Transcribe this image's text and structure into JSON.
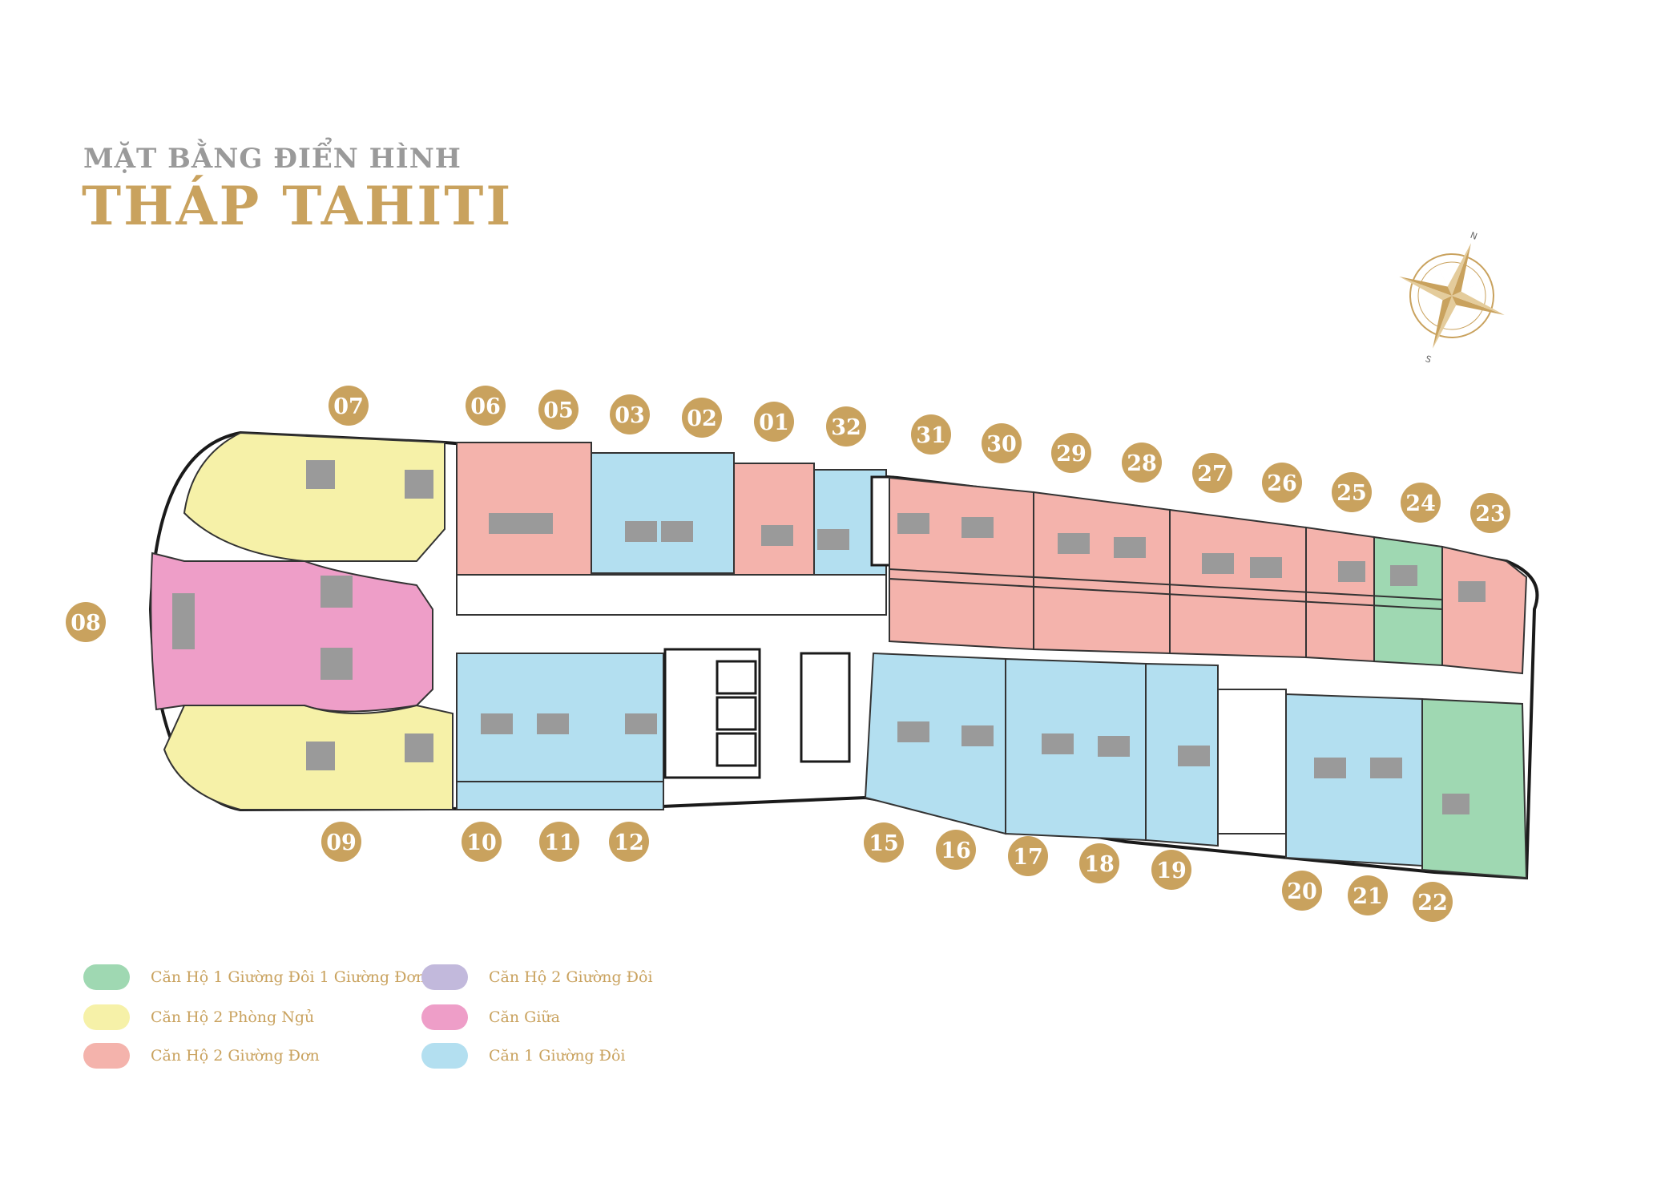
{
  "header": {
    "subtitle": "MẶT BẰNG ĐIỂN HÌNH",
    "title": "THÁP TAHITI"
  },
  "colors": {
    "gold": "#c9a25e",
    "green": "#9fd8b2",
    "yellow": "#f6f1a8",
    "salmon": "#f4b3ac",
    "purple": "#c2b9dc",
    "pink": "#ee9ec8",
    "blue": "#b3dff0"
  },
  "units": [
    "01",
    "02",
    "03",
    "05",
    "06",
    "07",
    "08",
    "09",
    "10",
    "11",
    "12",
    "15",
    "16",
    "17",
    "18",
    "19",
    "20",
    "21",
    "22",
    "23",
    "24",
    "25",
    "26",
    "27",
    "28",
    "29",
    "30",
    "31",
    "32"
  ],
  "legend": [
    {
      "label": "Căn Hộ 1 Giường Đôi 1 Giường Đơn",
      "color": "#9fd8b2"
    },
    {
      "label": "Căn Hộ 2 Phòng Ngủ",
      "color": "#f6f1a8"
    },
    {
      "label": "Căn Hộ 2 Giường Đơn",
      "color": "#f4b3ac"
    },
    {
      "label": "Căn Hộ 2 Giường Đôi",
      "color": "#c2b9dc"
    },
    {
      "label": "Căn Giữa",
      "color": "#ee9ec8"
    },
    {
      "label": "Căn 1 Giường Đôi",
      "color": "#b3dff0"
    }
  ],
  "compass": {
    "north": "N",
    "south": "S"
  }
}
